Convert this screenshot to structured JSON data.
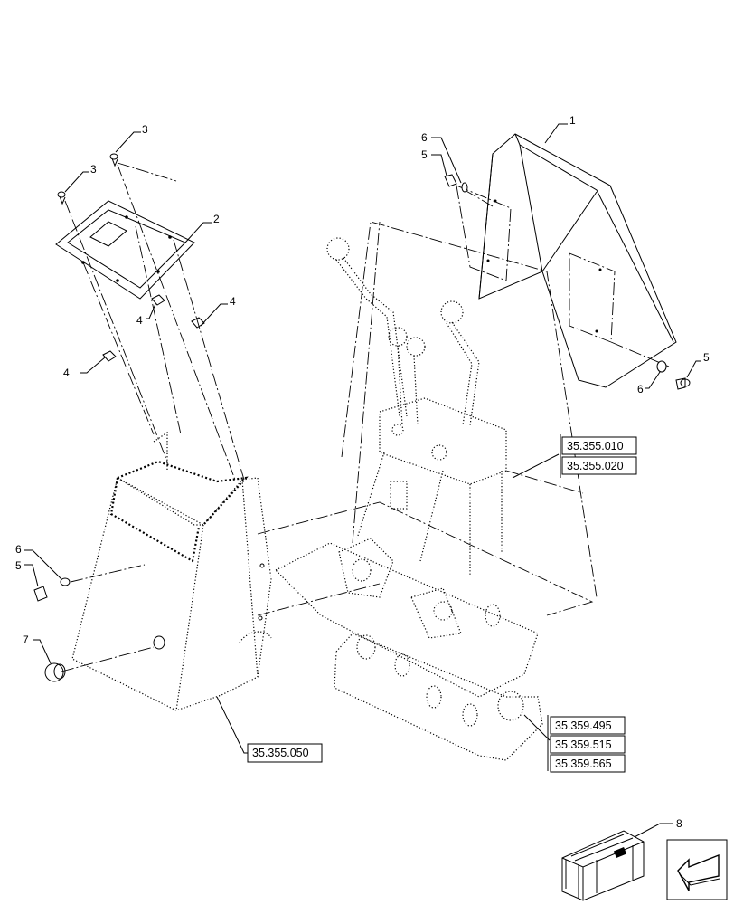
{
  "callouts": {
    "c1": "1",
    "c2": "2",
    "c3a": "3",
    "c3b": "3",
    "c4a": "4",
    "c4b": "4",
    "c4c": "4",
    "c5a": "5",
    "c5b": "5",
    "c5c": "5",
    "c6a": "6",
    "c6b": "6",
    "c6c": "6",
    "c7": "7",
    "c8": "8"
  },
  "references": {
    "r1": "35.355.010",
    "r2": "35.355.020",
    "r3": "35.355.050",
    "r4": "35.359.495",
    "r5": "35.359.515",
    "r6": "35.359.565"
  },
  "icons": {
    "kit": "parts-kit-crate-icon",
    "nav": "previous-page-arrow-icon"
  }
}
